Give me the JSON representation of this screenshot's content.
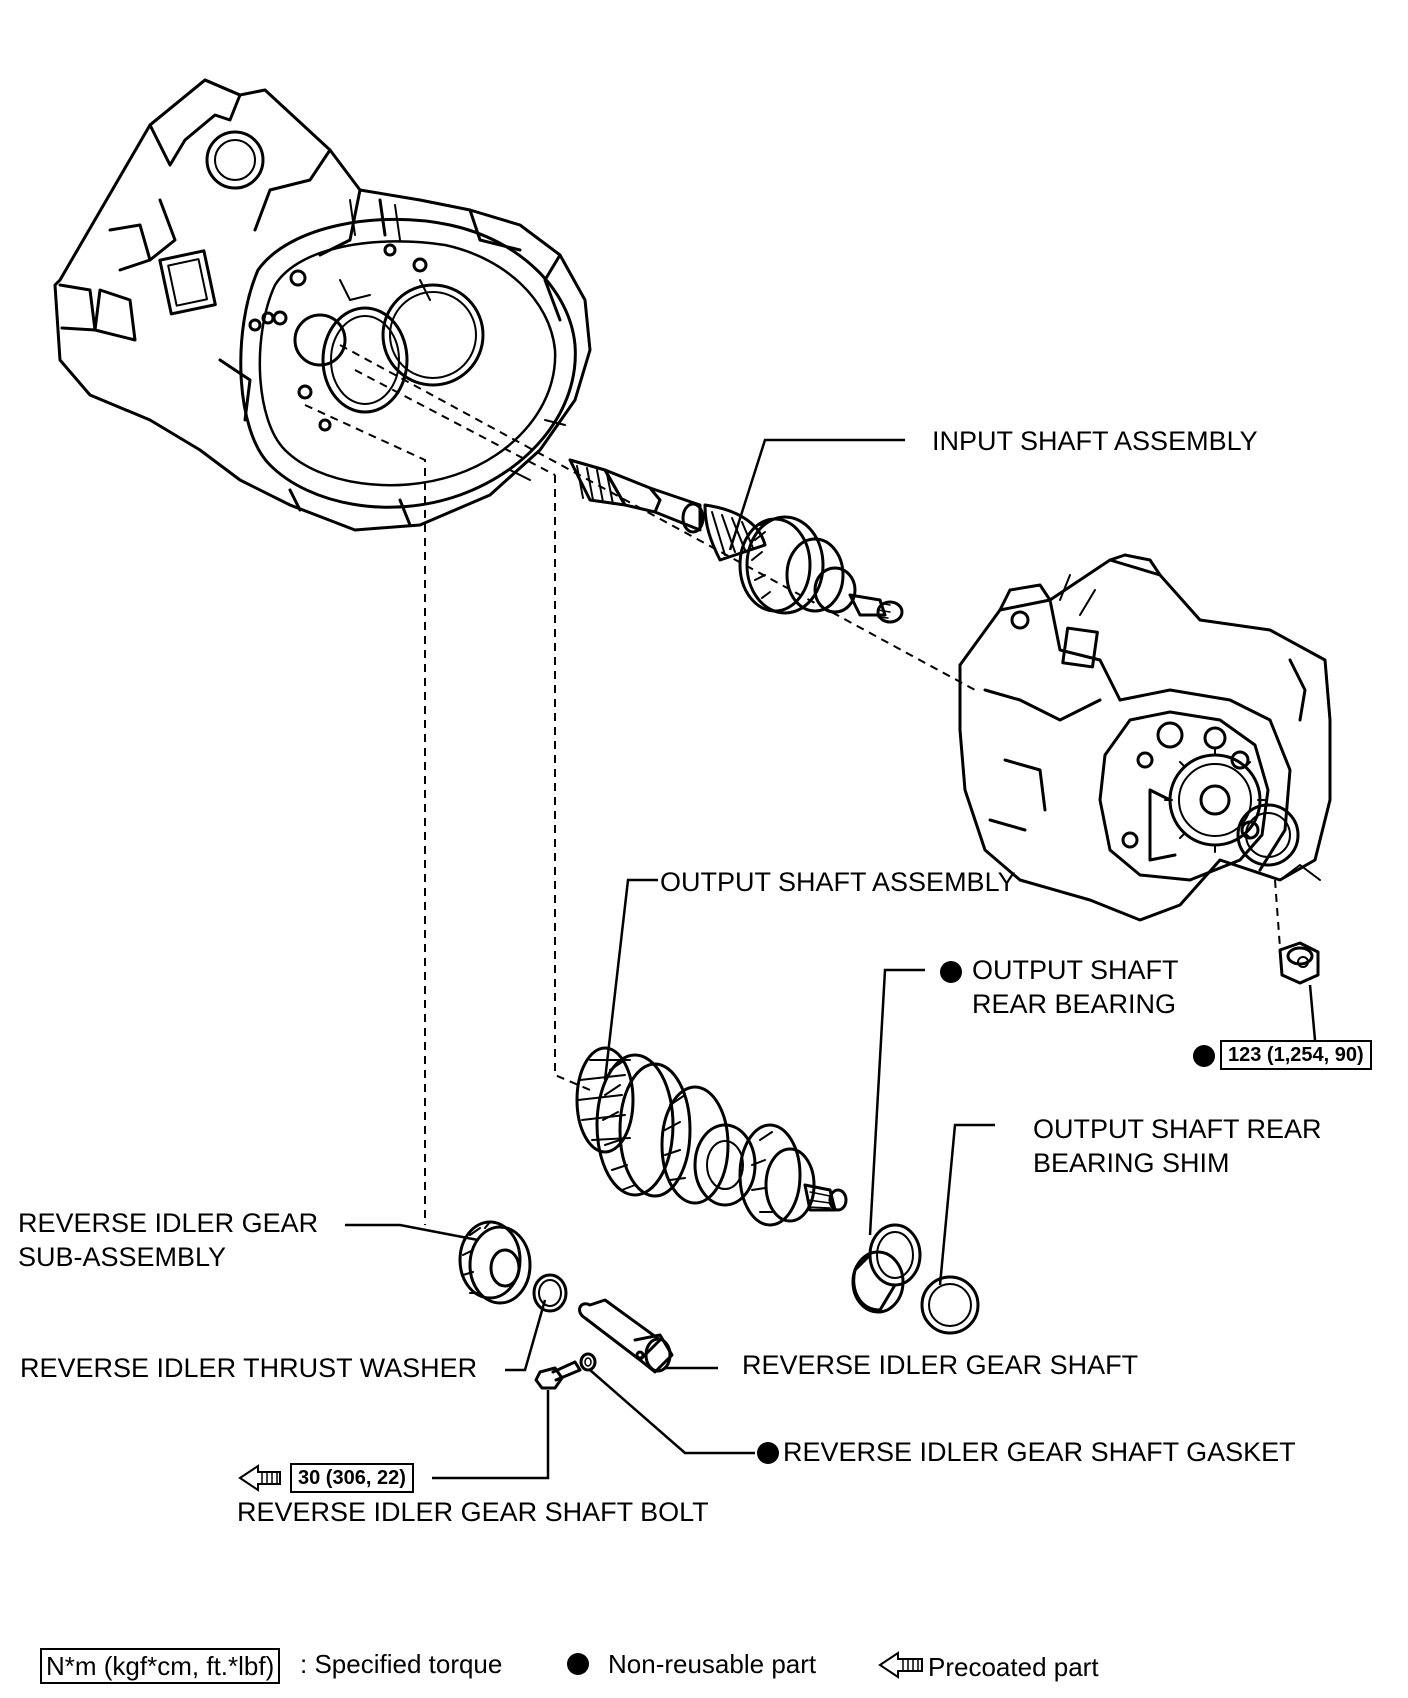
{
  "parts": {
    "input_shaft": "INPUT SHAFT ASSEMBLY",
    "output_shaft": "OUTPUT SHAFT ASSEMBLY",
    "rear_bearing_l1": "OUTPUT SHAFT",
    "rear_bearing_l2": "REAR BEARING",
    "rear_shim_l1": "OUTPUT SHAFT REAR",
    "rear_shim_l2": "BEARING SHIM",
    "idler_gear_l1": "REVERSE IDLER GEAR",
    "idler_gear_l2": "SUB-ASSEMBLY",
    "thrust_washer": "REVERSE IDLER THRUST WASHER",
    "idler_shaft": "REVERSE IDLER GEAR SHAFT",
    "shaft_gasket": "REVERSE IDLER GEAR SHAFT GASKET",
    "shaft_bolt": "REVERSE IDLER GEAR SHAFT BOLT"
  },
  "torques": {
    "nut": "123 (1,254, 90)",
    "bolt": "30 (306, 22)"
  },
  "legend": {
    "torque_unit": "N*m (kgf*cm, ft.*lbf)",
    "torque_desc": ": Specified torque",
    "nonreusable": "Non-reusable part",
    "precoated": "Precoated part"
  }
}
